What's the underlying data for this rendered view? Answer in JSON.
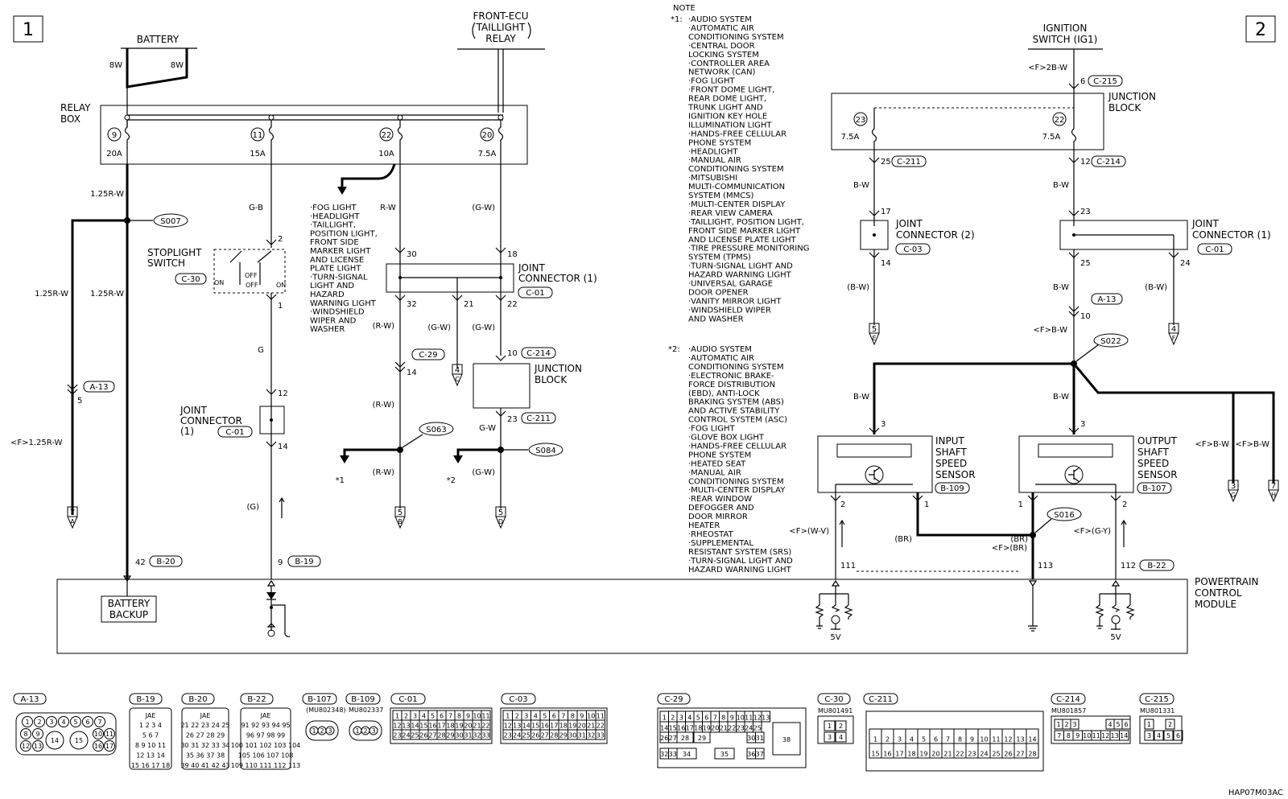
{
  "pages": {
    "left": "1",
    "right": "2"
  },
  "sources": {
    "battery": "BATTERY",
    "taillight_relay": [
      "FRONT-ECU",
      "TAILLIGHT",
      "RELAY"
    ],
    "ignition": [
      "IGNITION",
      "SWITCH (IG1)"
    ]
  },
  "relay_box": {
    "label": [
      "RELAY",
      "BOX"
    ],
    "fuses": [
      {
        "num": "9",
        "amp": "20A"
      },
      {
        "num": "11",
        "amp": "15A"
      },
      {
        "num": "22",
        "amp": "10A"
      },
      {
        "num": "20",
        "amp": "7.5A"
      }
    ]
  },
  "junction_block_top": {
    "label": [
      "JUNCTION",
      "BLOCK"
    ],
    "fuses": [
      {
        "num": "23",
        "amp": "7.5A"
      },
      {
        "num": "22",
        "amp": "7.5A"
      }
    ]
  },
  "wires": {
    "w8w": "8W",
    "w125rw": "1.25R-W",
    "wf125rw": "<F>1.25R-W",
    "wgb": "G-B",
    "wg": "G",
    "wgp": "(G)",
    "wrw": "R-W",
    "wrwp": "(R-W)",
    "wgw": "(G-W)",
    "wgw2": "G-W",
    "wfb2bw": "<F>2B-W",
    "wbw": "B-W",
    "wbwp": "(B-W)",
    "wfbw": "<F>B-W",
    "wbr": "(BR)",
    "wfbr": "<F>(BR)",
    "wfwv": "<F>(W-V)",
    "wfgy": "<F>(G-Y)"
  },
  "connectors": {
    "a13": "A-13",
    "b19": "B-19",
    "b20": "B-20",
    "b22": "B-22",
    "b107": "B-107",
    "b109": "B-109",
    "c01": "C-01",
    "c03": "C-03",
    "c29": "C-29",
    "c30": "C-30",
    "c211": "C-211",
    "c214": "C-214",
    "c215": "C-215"
  },
  "splices": {
    "s007": "S007",
    "s063": "S063",
    "s084": "S084",
    "s022": "S022",
    "s016": "S016"
  },
  "components": {
    "stoplight_switch": [
      "STOPLIGHT",
      "SWITCH"
    ],
    "switch_states": {
      "on": "ON",
      "off": "OFF"
    },
    "joint_connector_1": [
      "JOINT",
      "CONNECTOR (1)"
    ],
    "joint_connector_1_split": [
      "JOINT",
      "CONNECTOR",
      "(1)"
    ],
    "joint_connector_2": [
      "JOINT",
      "CONNECTOR (2)"
    ],
    "junction_block": [
      "JUNCTION",
      "BLOCK"
    ],
    "input_sensor": [
      "INPUT",
      "SHAFT",
      "SPEED",
      "SENSOR"
    ],
    "output_sensor": [
      "OUTPUT",
      "SHAFT",
      "SPEED",
      "SENSOR"
    ],
    "pcm": [
      "POWERTRAIN",
      "CONTROL",
      "MODULE"
    ],
    "battery_backup": [
      "BATTERY",
      "BACKUP"
    ],
    "v5": "5V"
  },
  "pins": {
    "p1": "1",
    "p2": "2",
    "p3": "3",
    "p5": "5",
    "p6": "6",
    "p9": "9",
    "p10": "10",
    "p12": "12",
    "p14": "14",
    "p17": "17",
    "p18": "18",
    "p21": "21",
    "p22": "22",
    "p23": "23",
    "p24": "24",
    "p25": "25",
    "p30": "30",
    "p32": "32",
    "p42": "42",
    "p111": "111",
    "p112": "112",
    "p113": "113"
  },
  "offpage": [
    {
      "num": "7",
      "letter": "A"
    },
    {
      "num": "5",
      "letter": "B"
    },
    {
      "num": "4",
      "letter": "C"
    },
    {
      "num": "5",
      "letter": "D"
    },
    {
      "num": "5",
      "letter": "E"
    },
    {
      "num": "4",
      "letter": "F"
    },
    {
      "num": "3",
      "letter": "G"
    },
    {
      "num": "7",
      "letter": "H"
    }
  ],
  "refs": {
    "star1": "*1",
    "star2": "*2"
  },
  "fog_list": [
    "·FOG LIGHT",
    "·HEADLIGHT",
    "·TAILLIGHT,",
    " POSITION LIGHT,",
    " FRONT SIDE",
    " MARKER LIGHT",
    " AND LICENSE",
    " PLATE LIGHT",
    "·TURN-SIGNAL",
    " LIGHT AND",
    " HAZARD",
    " WARNING LIGHT",
    "·WINDSHIELD",
    " WIPER AND",
    " WASHER"
  ],
  "note": {
    "title": "NOTE",
    "star1_prefix": "*1:",
    "star1": [
      "·AUDIO SYSTEM",
      "·AUTOMATIC AIR",
      " CONDITIONING SYSTEM",
      "·CENTRAL DOOR",
      " LOCKING SYSTEM",
      "·CONTROLLER AREA",
      " NETWORK (CAN)",
      "·FOG LIGHT",
      "·FRONT DOME LIGHT,",
      " REAR DOME LIGHT,",
      " TRUNK LIGHT AND",
      " IGNITION KEY HOLE",
      " ILLUMINATION LIGHT",
      "·HANDS-FREE CELLULAR",
      " PHONE SYSTEM",
      "·HEADLIGHT",
      "·MANUAL AIR",
      " CONDITIONING SYSTEM",
      "·MITSUBISHI",
      " MULTI-COMMUNICATION",
      " SYSTEM (MMCS)",
      "·MULTI-CENTER DISPLAY",
      "·REAR VIEW CAMERA",
      "·TAILLIGHT, POSITION LIGHT,",
      " FRONT SIDE MARKER LIGHT",
      " AND LICENSE PLATE LIGHT",
      "·TIRE PRESSURE MONITORING",
      " SYSTEM (TPMS)",
      "·TURN-SIGNAL LIGHT AND",
      " HAZARD WARNING LIGHT",
      "·UNIVERSAL GARAGE",
      " DOOR OPENER",
      "·VANITY MIRROR LIGHT",
      "·WINDSHIELD WIPER",
      " AND WASHER"
    ],
    "star2_prefix": "*2:",
    "star2": [
      "·AUDIO SYSTEM",
      "·AUTOMATIC AIR",
      " CONDITIONING SYSTEM",
      "·ELECTRONIC BRAKE-",
      " FORCE DISTRIBUTION",
      " (EBD), ANTI-LOCK",
      " BRAKING SYSTEM (ABS)",
      " AND ACTIVE STABILITY",
      " CONTROL SYSTEM (ASC)",
      "·FOG LIGHT",
      "·GLOVE BOX LIGHT",
      "·HANDS-FREE CELLULAR",
      " PHONE SYSTEM",
      "·HEATED SEAT",
      "·MANUAL AIR",
      " CONDITIONING SYSTEM",
      "·MULTI-CENTER DISPLAY",
      "·REAR WINDOW",
      " DEFOGGER AND",
      " DOOR MIRROR",
      " HEATER",
      "·RHEOSTAT",
      "·SUPPLEMENTAL",
      " RESISTANT SYSTEM (SRS)",
      "·TURN-SIGNAL LIGHT AND",
      " HAZARD WARNING LIGHT"
    ]
  },
  "part_numbers": {
    "b107": "(MU802348)",
    "b109": "MU802337",
    "c30": "MU801491",
    "c214": "MU801857",
    "c215": "MU801331"
  },
  "jae": "JAE",
  "connector_views": {
    "a13": {
      "row1": [
        "1",
        "2",
        "3",
        "4",
        "5",
        "6",
        "7"
      ],
      "row2": [
        "8",
        "9",
        "10",
        "11"
      ],
      "row3": [
        "12",
        "13",
        "14",
        "15",
        "16",
        "17"
      ]
    },
    "b19": {
      "rows": [
        "1 2 3 4",
        "5 6 7",
        "8 9 10 11",
        "12 13 14",
        "15 16 17 18"
      ]
    },
    "b20": {
      "rows": [
        "21 22 23 24 25",
        "26 27 28 29",
        "30 31 32 33 34",
        "35 36 37 38",
        "39 40 41 42 43"
      ]
    },
    "b22": {
      "rows": [
        "91 92 93 94 95",
        "96 97 98 99",
        "100 101 102 103 104",
        "105 106 107 108",
        "109 110 111 112 113"
      ]
    },
    "b107_pins": [
      "1",
      "2",
      "3"
    ],
    "b109_pins": [
      "1",
      "2",
      "3"
    ],
    "c01": {
      "row1": [
        "1",
        "2",
        "3",
        "4",
        "5",
        "6",
        "7",
        "8",
        "9",
        "10",
        "11"
      ],
      "row2": [
        "12",
        "13",
        "14",
        "15",
        "16",
        "17",
        "18",
        "19",
        "20",
        "21",
        "22"
      ],
      "row3": [
        "23",
        "24",
        "25",
        "26",
        "27",
        "28",
        "29",
        "30",
        "31",
        "32",
        "33"
      ]
    },
    "c03": {
      "row1": [
        "1",
        "2",
        "3",
        "4",
        "5",
        "6",
        "7",
        "8",
        "9",
        "10",
        "11"
      ],
      "row2": [
        "12",
        "13",
        "14",
        "15",
        "16",
        "17",
        "18",
        "19",
        "20",
        "21",
        "22"
      ],
      "row3": [
        "23",
        "24",
        "25",
        "26",
        "27",
        "28",
        "29",
        "30",
        "31",
        "32",
        "33"
      ]
    },
    "c29": {
      "row1": [
        "1",
        "2",
        "3",
        "4",
        "5",
        "6",
        "7",
        "8",
        "9",
        "10",
        "11",
        "12",
        "13"
      ],
      "row2": [
        "14",
        "15",
        "16",
        "17",
        "18",
        "19",
        "20",
        "21",
        "22",
        "23",
        "24",
        "25"
      ],
      "row3": [
        "26",
        "27",
        "28",
        "29",
        "30",
        "31"
      ],
      "row4": [
        "32",
        "33",
        "34",
        "35",
        "36",
        "37"
      ],
      "big": "38"
    },
    "c30_pins": [
      "1",
      "2",
      "3",
      "4"
    ],
    "c211": {
      "row1": [
        "1",
        "2",
        "3",
        "4",
        "5",
        "6",
        "7",
        "8",
        "9",
        "10",
        "11",
        "12",
        "13",
        "14"
      ],
      "row2": [
        "15",
        "16",
        "17",
        "18",
        "19",
        "20",
        "21",
        "22",
        "23",
        "24",
        "25",
        "26",
        "27",
        "28"
      ]
    },
    "c214": {
      "row1": [
        "1",
        "2",
        "3",
        "4",
        "5",
        "6"
      ],
      "row2": [
        "7",
        "8",
        "9",
        "10",
        "11",
        "12",
        "13",
        "14"
      ]
    },
    "c215_pins": [
      "1",
      "2",
      "3",
      "4",
      "5",
      "6"
    ]
  },
  "figure_code": "HAP07M03AC"
}
